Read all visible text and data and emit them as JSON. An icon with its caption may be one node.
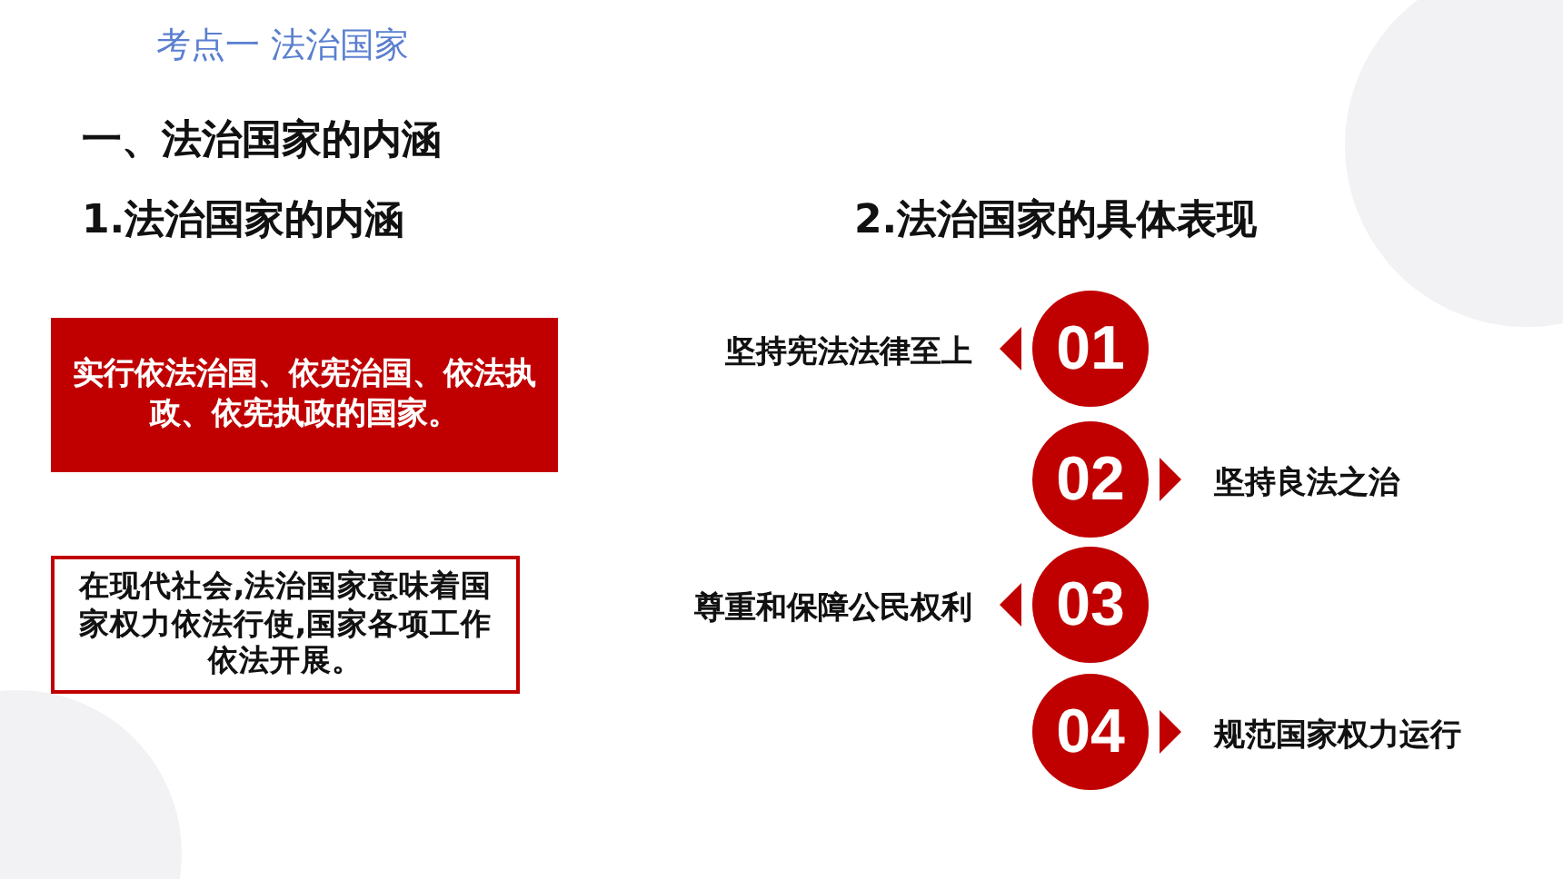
{
  "diagram": {
    "title": "考点一 法治国家",
    "nodes": [
      {
        "text": [
          "实行依法治国、依宪治国、依法执政、依宪执政的国家。"
        ]
      },
      {
        "text": [
          "在现代社会,法治国家意味着国家权力依法行使,国家各项工作依法开展。"
        ]
      },
      {
        "text": [
          "01"
        ],
        "beside": [
          "坚持宪法法律至上"
        ]
      },
      {
        "text": [
          "02"
        ],
        "beside": [
          "坚持良法之治"
        ]
      },
      {
        "text": [
          "03"
        ],
        "beside": [
          "尊重和保障公民权利"
        ]
      },
      {
        "text": [
          "04"
        ],
        "beside": [
          "规范国家权力运行"
        ]
      }
    ],
    "edges": [],
    "labels": [
      "一、法治国家的内涵",
      "1.法治国家的内涵",
      "2.法治国家的具体表现"
    ]
  }
}
